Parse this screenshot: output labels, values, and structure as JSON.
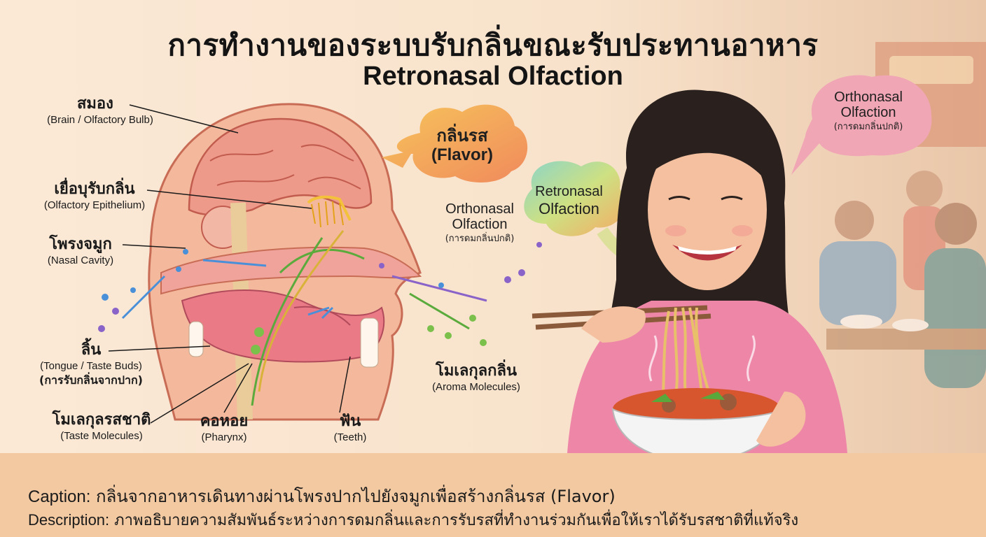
{
  "title_th": "การทำงานของระบบรับกลิ่นขณะรับประทานอาหาร",
  "title_en": "Retronasal Olfaction",
  "labels": {
    "brain": {
      "th": "สมอง",
      "en": "(Brain / Olfactory Bulb)"
    },
    "epithelium": {
      "th": "เยื่อบุรับกลิ่น",
      "en": "(Olfactory Epithelium)"
    },
    "nasal": {
      "th": "โพรงจมูก",
      "en": "(Nasal Cavity)"
    },
    "tongue": {
      "th": "ลิ้น",
      "en": "(Tongue / Taste Buds)",
      "th2": "(การรับกลิ่นจากปาก)"
    },
    "taste_mol": {
      "th": "โมเลกุลรสชาติ",
      "en": "(Taste Molecules)"
    },
    "pharynx": {
      "th": "คอหอย",
      "en": "(Pharynx)"
    },
    "teeth": {
      "th": "ฟัน",
      "en": "(Teeth)"
    },
    "aroma": {
      "th": "โมเลกุลกลิ่น",
      "en": "(Aroma Molecules)"
    },
    "ortho_mid": {
      "en1": "Orthonasal",
      "en2": "Olfaction",
      "th": "(การดมกลิ่นปกติ)"
    }
  },
  "bubbles": {
    "flavor": {
      "th": "กลิ่นรส",
      "en": "(Flavor)"
    },
    "retro": {
      "l1": "Retronasal",
      "l2": "Olfaction"
    },
    "ortho": {
      "l1": "Orthonasal",
      "l2": "Olfaction",
      "th": "(การดมกลิ่นปกติ)"
    }
  },
  "caption": {
    "key": "Caption:",
    "text": "กลิ่นจากอาหารเดินทางผ่านโพรงปากไปยังจมูกเพื่อสร้างกลิ่นรส (Flavor)"
  },
  "description": {
    "key": "Description:",
    "text": "ภาพอธิบายความสัมพันธ์ระหว่างการดมกลิ่นและการรับรสที่ทำงานร่วมกันเพื่อให้เราได้รับรสชาติที่แท้จริง"
  },
  "colors": {
    "skin": "#f2b99a",
    "brain": "#ee9a8a",
    "arrow_blue": "#4a90d9",
    "arrow_green": "#5aaa3c",
    "arrow_purple": "#8a63c9",
    "bubble_pink": "#f0a6b4",
    "shirt": "#ee86a8"
  }
}
